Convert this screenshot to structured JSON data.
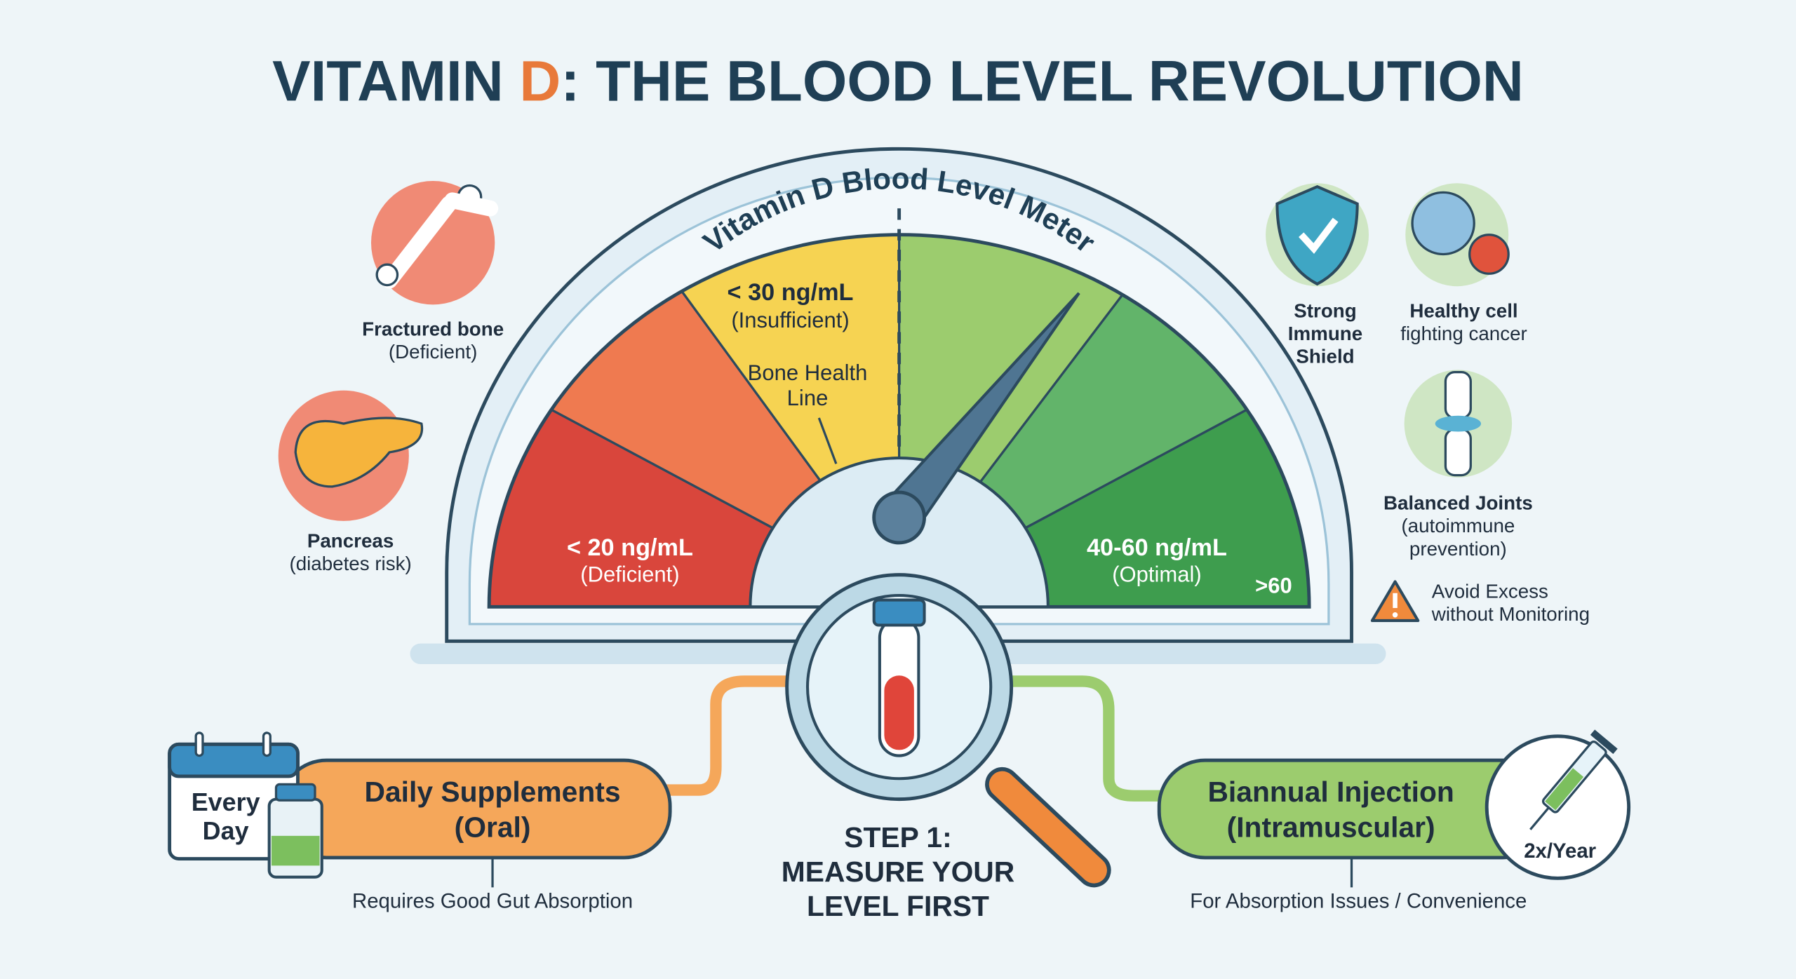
{
  "title": {
    "prefix": "VITAMIN ",
    "highlight": "D",
    "suffix": ": THE BLOOD LEVEL REVOLUTION"
  },
  "colors": {
    "title": "#1f3f55",
    "highlight": "#e8793a",
    "deficient": "#d9463c",
    "insufficient": "#f6d352",
    "optimal": "#3e9d4e",
    "oral": "#f5a75a",
    "injection": "#9ccc6e"
  },
  "meter": {
    "title": "Vitamin D Blood Level Meter",
    "deficient": {
      "value": "< 20 ng/mL",
      "label": "(Deficient)"
    },
    "insufficient": {
      "value": "< 30 ng/mL",
      "label": "(Insufficient)"
    },
    "bone_line": [
      "Bone Health",
      "Line"
    ],
    "optimal": {
      "value": "40-60 ng/mL",
      "label": "(Optimal)"
    },
    "excess": ">60"
  },
  "left_effects": [
    {
      "icon": "fractured-bone-icon",
      "title": "Fractured bone",
      "sub": "(Deficient)"
    },
    {
      "icon": "pancreas-icon",
      "title": "Pancreas",
      "sub": "(diabetes risk)"
    }
  ],
  "right_effects": [
    {
      "icon": "shield-check-icon",
      "lines": [
        "Strong",
        "Immune",
        "Shield"
      ]
    },
    {
      "icon": "cell-virus-icon",
      "lines": [
        "Healthy cell",
        "fighting cancer"
      ]
    },
    {
      "icon": "joint-icon",
      "lines": [
        "Balanced Joints",
        "(autoimmune",
        "prevention)"
      ]
    },
    {
      "icon": "warning-icon",
      "lines": [
        "Avoid Excess",
        "without Monitoring"
      ]
    }
  ],
  "step": [
    "STEP 1:",
    "MEASURE YOUR",
    "LEVEL FIRST"
  ],
  "oral": {
    "calendar": [
      "Every",
      "Day"
    ],
    "title": [
      "Daily Supplements",
      "(Oral)"
    ],
    "note": "Requires Good Gut Absorption"
  },
  "injection": {
    "badge": "2x/Year",
    "title": [
      "Biannual Injection",
      "(Intramuscular)"
    ],
    "note": "For Absorption Issues / Convenience"
  }
}
